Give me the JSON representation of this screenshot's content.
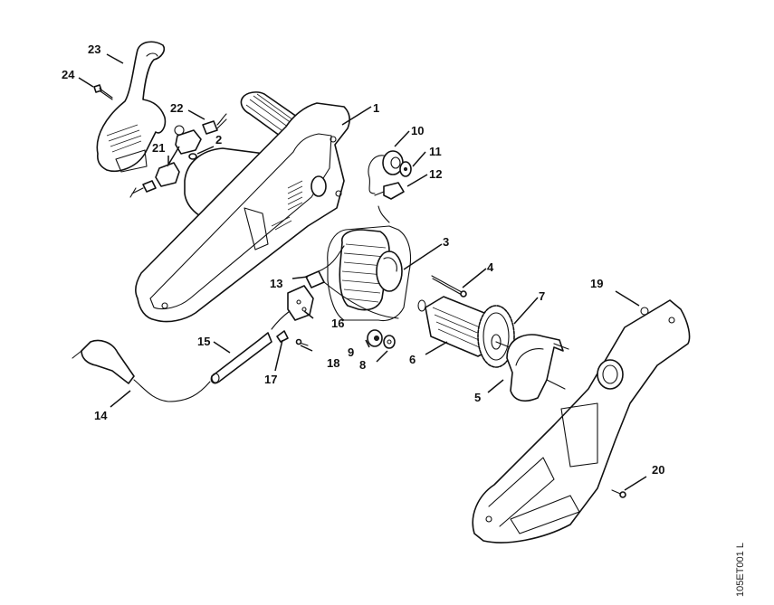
{
  "diagram": {
    "type": "exploded-parts-diagram",
    "reference_code": "105ET001 L",
    "callouts": [
      {
        "id": "1",
        "part": "motor-housing"
      },
      {
        "id": "2",
        "part": "plug"
      },
      {
        "id": "3",
        "part": "stator"
      },
      {
        "id": "4",
        "part": "screw-long"
      },
      {
        "id": "5",
        "part": "air-guide"
      },
      {
        "id": "6",
        "part": "armature"
      },
      {
        "id": "7",
        "part": "gear"
      },
      {
        "id": "8",
        "part": "washer"
      },
      {
        "id": "9",
        "part": "bearing"
      },
      {
        "id": "10",
        "part": "thermal-cutout"
      },
      {
        "id": "11",
        "part": "washer-small"
      },
      {
        "id": "12",
        "part": "connector"
      },
      {
        "id": "13",
        "part": "switch-connector"
      },
      {
        "id": "14",
        "part": "power-cord-plug"
      },
      {
        "id": "15",
        "part": "cord-sleeve"
      },
      {
        "id": "16",
        "part": "switch"
      },
      {
        "id": "17",
        "part": "cord-clamp"
      },
      {
        "id": "18",
        "part": "clamp-screw"
      },
      {
        "id": "19",
        "part": "housing-cover"
      },
      {
        "id": "20",
        "part": "cover-screw"
      },
      {
        "id": "21",
        "part": "brush-holder"
      },
      {
        "id": "22",
        "part": "carbon-brush"
      },
      {
        "id": "23",
        "part": "rear-handle"
      },
      {
        "id": "24",
        "part": "handle-screw"
      }
    ],
    "colors": {
      "line": "#111111",
      "background": "#ffffff"
    }
  }
}
